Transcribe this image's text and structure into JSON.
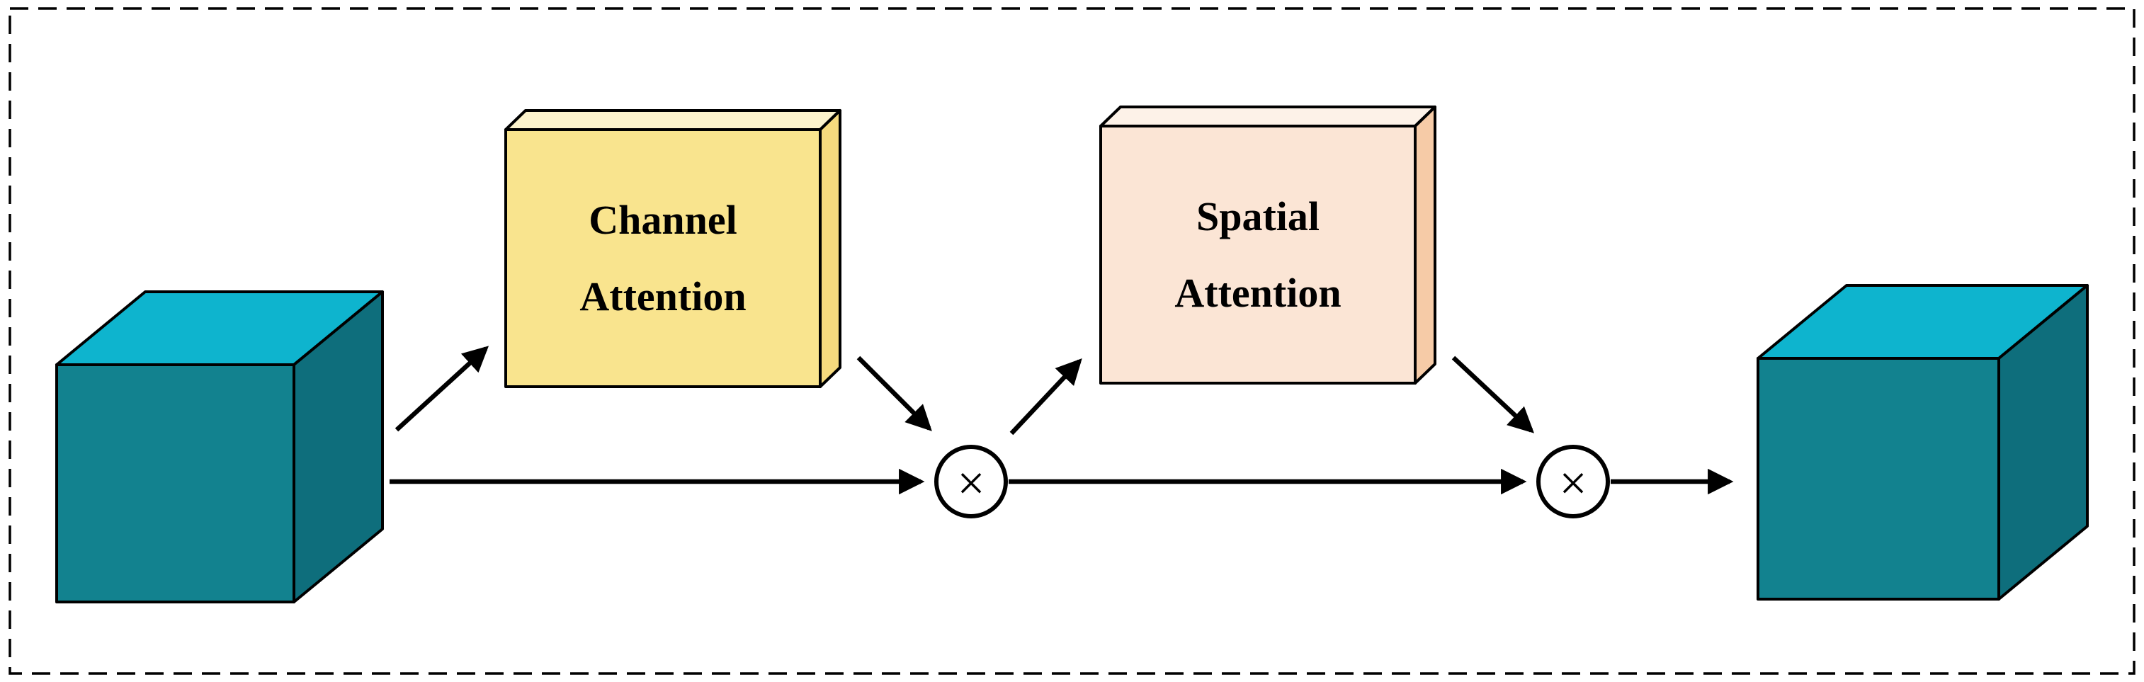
{
  "figure": {
    "blocks": {
      "channel_attention": {
        "line1": "Channel",
        "line2": "Attention",
        "front_fill": "#F9E48E",
        "top_fill": "#FCF3CC",
        "side_fill": "#F6DA7E"
      },
      "spatial_attention": {
        "line1": "Spatial",
        "line2": "Attention",
        "front_fill": "#FBE5D5",
        "top_fill": "#FDF2E8",
        "side_fill": "#F6CBA7"
      }
    },
    "cubes": {
      "input": {
        "front_fill": "#12828F",
        "top_fill": "#0EB4CE",
        "side_fill": "#0E6E7C"
      },
      "output": {
        "front_fill": "#12828F",
        "top_fill": "#0EB4CE",
        "side_fill": "#0E6E7C"
      }
    },
    "operators": {
      "multiply": "×"
    },
    "stroke_color": "#000000",
    "background": "#FFFFFF"
  }
}
